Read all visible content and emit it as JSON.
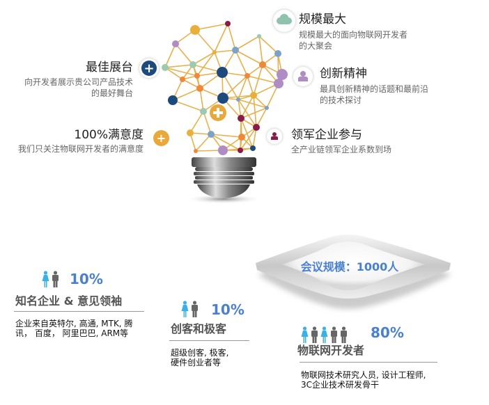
{
  "features": [
    {
      "title": "规模最大",
      "lines": [
        "规模最大的面向物联网开发者",
        "的大聚会"
      ],
      "icon": "cloud-icon",
      "color": "#8fc3ae"
    },
    {
      "title": "最佳展台",
      "lines": [
        "向开发者展示贵公司产品技术",
        "的最好舞台"
      ],
      "icon": "plus-icon",
      "color": "#1d4a7d"
    },
    {
      "title": "创新精神",
      "lines": [
        "最具创新精神的话题和最前沿",
        "的技术探讨"
      ],
      "icon": "person-icon",
      "color": "#b08cc4"
    },
    {
      "title": "100%满意度",
      "lines": [
        "我们只关注物联网开发者的满意度"
      ],
      "icon": "plus-icon",
      "color": "#e8a93a"
    },
    {
      "title": "领军企业参与",
      "lines": [
        "全产业链领军企业系数到场"
      ],
      "icon": "person-icon",
      "color": "#8a1a4a"
    }
  ],
  "banner": {
    "text": "会议规模：1000人"
  },
  "audience": [
    {
      "percent": "10%",
      "title": "知名企业 & 意见领袖",
      "lines": [
        "企业来自英特尔, 高通, MTK, 腾",
        "讯，  百度，  阿里巴巴, ARM等"
      ],
      "people": [
        "female",
        "male"
      ]
    },
    {
      "percent": "10%",
      "title": "创客和极客",
      "lines": [
        "超级创客, 极客,",
        "硬件创业者等"
      ],
      "people": [
        "female",
        "male"
      ]
    },
    {
      "percent": "80%",
      "title": "物联网开发者",
      "lines": [
        "物联网技术研究人员, 设计工程师,",
        "3C企业技术研发骨干"
      ],
      "people": [
        "female",
        "male",
        "female",
        "male",
        "male"
      ]
    }
  ],
  "colors": {
    "accent": "#4a80cf",
    "line": "#e8b04a",
    "female": "#3ab0e8",
    "male": "#666666"
  }
}
